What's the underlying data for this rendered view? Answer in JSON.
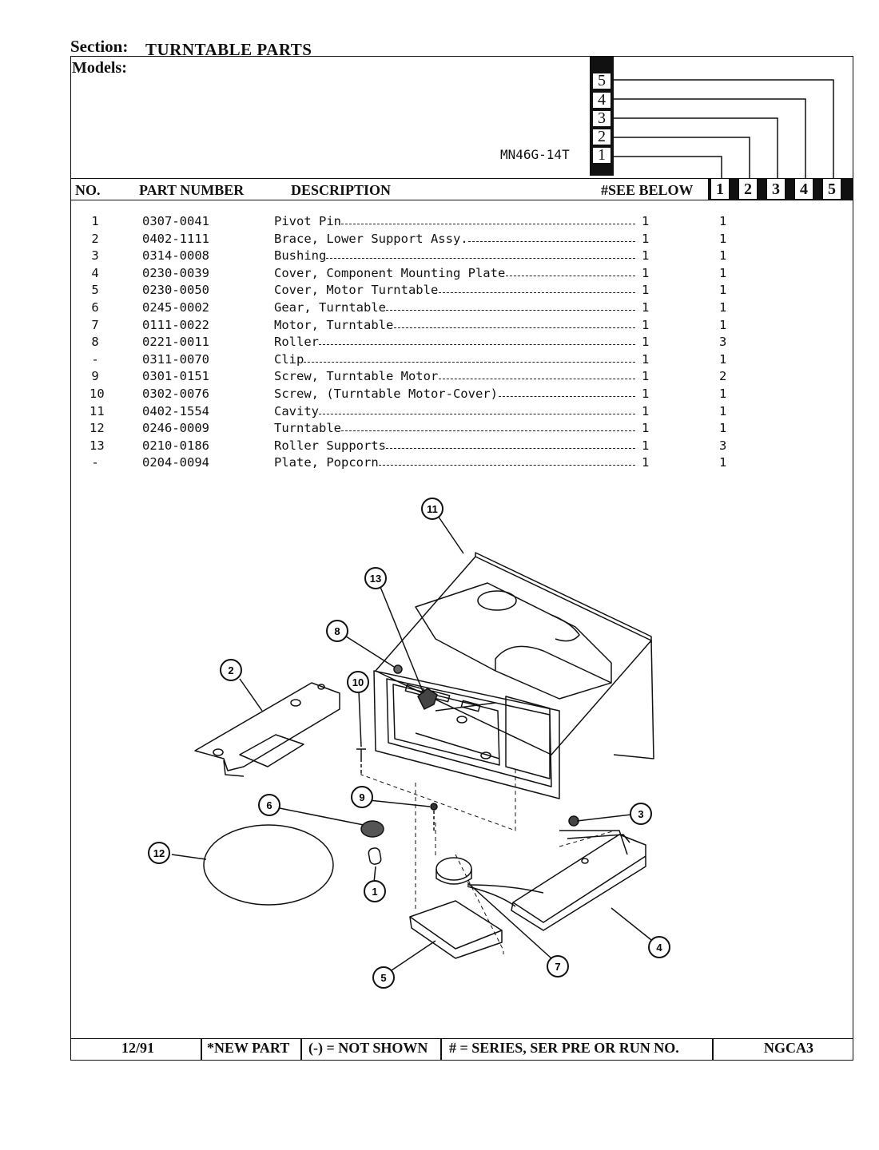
{
  "header": {
    "section_label": "Section:",
    "section_title": "TURNTABLE PARTS",
    "models_label": "Models:",
    "model_name": "MN46G-14T",
    "model_columns": [
      "5",
      "4",
      "3",
      "2",
      "1"
    ]
  },
  "table_header": {
    "no": "NO.",
    "part_number": "PART NUMBER",
    "description": "DESCRIPTION",
    "see_below": "#SEE BELOW",
    "columns": [
      "1",
      "2",
      "3",
      "4",
      "5"
    ]
  },
  "parts": [
    {
      "no": "1",
      "part": "0307-0041",
      "desc": "Pivot Pin",
      "qty": "1",
      "col1": "1"
    },
    {
      "no": "2",
      "part": "0402-1111",
      "desc": "Brace, Lower Support Assy.",
      "qty": "1",
      "col1": "1"
    },
    {
      "no": "3",
      "part": "0314-0008",
      "desc": "Bushing",
      "qty": "1",
      "col1": "1"
    },
    {
      "no": "4",
      "part": "0230-0039",
      "desc": "Cover, Component Mounting Plate",
      "qty": "1",
      "col1": "1"
    },
    {
      "no": "5",
      "part": "0230-0050",
      "desc": "Cover, Motor Turntable",
      "qty": "1",
      "col1": "1"
    },
    {
      "no": "6",
      "part": "0245-0002",
      "desc": "Gear, Turntable",
      "qty": "1",
      "col1": "1"
    },
    {
      "no": "7",
      "part": "0111-0022",
      "desc": "Motor, Turntable",
      "qty": "1",
      "col1": "1"
    },
    {
      "no": "8",
      "part": "0221-0011",
      "desc": "Roller",
      "qty": "1",
      "col1": "3"
    },
    {
      "no": "-",
      "part": "0311-0070",
      "desc": "Clip",
      "qty": "1",
      "col1": "1"
    },
    {
      "no": "9",
      "part": "0301-0151",
      "desc": "Screw, Turntable Motor",
      "qty": "1",
      "col1": "2"
    },
    {
      "no": "10",
      "part": "0302-0076",
      "desc": "Screw, (Turntable Motor-Cover)",
      "qty": "1",
      "col1": "1"
    },
    {
      "no": "11",
      "part": "0402-1554",
      "desc": "Cavity",
      "qty": "1",
      "col1": "1"
    },
    {
      "no": "12",
      "part": "0246-0009",
      "desc": "Turntable",
      "qty": "1",
      "col1": "1"
    },
    {
      "no": "13",
      "part": "0210-0186",
      "desc": "Roller Supports",
      "qty": "1",
      "col1": "3"
    },
    {
      "no": "-",
      "part": "0204-0094",
      "desc": "Plate, Popcorn",
      "qty": "1",
      "col1": "1"
    }
  ],
  "callouts": [
    "11",
    "13",
    "8",
    "2",
    "10",
    "9",
    "6",
    "3",
    "12",
    "1",
    "7",
    "4",
    "5"
  ],
  "footer": {
    "date": "12/91",
    "new_part": "*NEW PART",
    "not_shown": "(-) = NOT SHOWN",
    "series": "# = SERIES, SER PRE OR RUN NO.",
    "code": "NGCA3"
  }
}
